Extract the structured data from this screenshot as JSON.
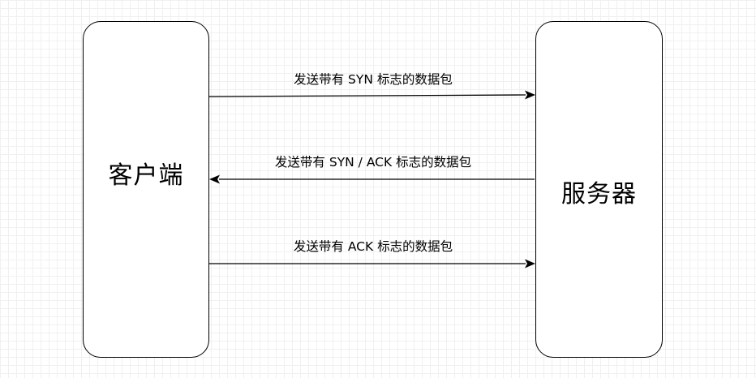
{
  "diagram": {
    "nodes": {
      "client": "客户端",
      "server": "服务器"
    },
    "edges": [
      {
        "from": "client",
        "to": "server",
        "label": "发送带有 SYN 标志的数据包"
      },
      {
        "from": "server",
        "to": "client",
        "label": "发送带有 SYN / ACK 标志的数据包"
      },
      {
        "from": "client",
        "to": "server",
        "label": "发送带有 ACK 标志的数据包"
      }
    ]
  }
}
